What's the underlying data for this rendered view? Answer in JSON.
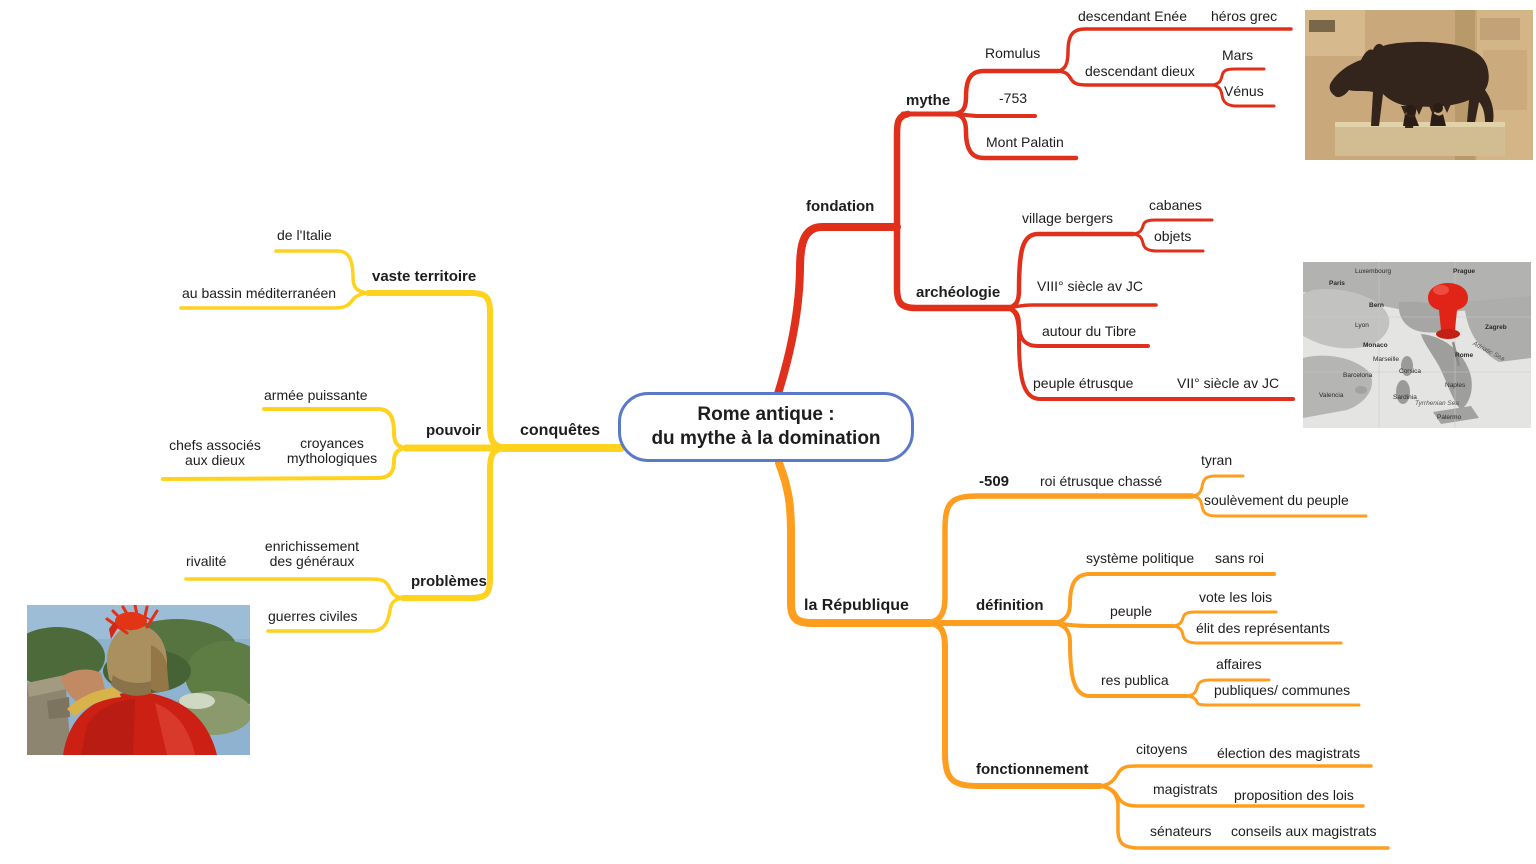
{
  "colors": {
    "branch_red": "#e0301c",
    "branch_yellow": "#ffd21e",
    "branch_orange": "#ff9d1e",
    "center_border": "#5b79c9",
    "text": "#1d1d1d"
  },
  "center": {
    "title": "Rome antique :\ndu mythe à la domination"
  },
  "branches": {
    "fondation": {
      "label": "fondation",
      "children": {
        "mythe": {
          "label": "mythe",
          "children": {
            "romulus": {
              "label": "Romulus",
              "children": {
                "descendant_enee": {
                  "label": "descendant Enée",
                  "children": {
                    "heros_grec": {
                      "label": "héros grec"
                    }
                  }
                },
                "descendant_dieux": {
                  "label": "descendant dieux",
                  "children": {
                    "mars": {
                      "label": "Mars"
                    },
                    "venus": {
                      "label": "Vénus"
                    }
                  }
                }
              }
            },
            "date_fondation": {
              "label": "-753"
            },
            "mont_palatin": {
              "label": "Mont Palatin"
            }
          }
        },
        "archeologie": {
          "label": "archéologie",
          "children": {
            "village_bergers": {
              "label": "village bergers",
              "children": {
                "cabanes": {
                  "label": "cabanes"
                },
                "objets": {
                  "label": "objets"
                }
              }
            },
            "viii_siecle": {
              "label": "VIII° siècle av JC"
            },
            "autour_tibre": {
              "label": "autour du Tibre"
            },
            "peuple_etrusque": {
              "label": "peuple étrusque",
              "children": {
                "vii_siecle": {
                  "label": "VII° siècle av JC"
                }
              }
            }
          }
        }
      }
    },
    "conquetes": {
      "label": "conquêtes",
      "children": {
        "vaste_territoire": {
          "label": "vaste territoire",
          "children": {
            "de_italie": {
              "label": "de l'Italie"
            },
            "bassin_mediterraneen": {
              "label": "au bassin méditerranéen"
            }
          }
        },
        "pouvoir": {
          "label": "pouvoir",
          "children": {
            "armee_puissante": {
              "label": "armée puissante"
            },
            "croyances": {
              "label": "croyances\nmythologiques",
              "children": {
                "chefs": {
                  "label": "chefs associés\naux dieux"
                }
              }
            }
          }
        },
        "problemes": {
          "label": "problèmes",
          "children": {
            "enrichissement": {
              "label": "enrichissement\ndes généraux",
              "children": {
                "rivalite": {
                  "label": "rivalité"
                }
              }
            },
            "guerres_civiles": {
              "label": "guerres civiles"
            }
          }
        }
      }
    },
    "republique": {
      "label": "la République",
      "children": {
        "date_509": {
          "label": "-509",
          "children": {
            "roi_chasse": {
              "label": "roi étrusque chassé",
              "children": {
                "tyran": {
                  "label": "tyran"
                },
                "soulevement": {
                  "label": "soulèvement du peuple"
                }
              }
            }
          }
        },
        "definition": {
          "label": "définition",
          "children": {
            "systeme": {
              "label": "système politique",
              "children": {
                "sans_roi": {
                  "label": "sans roi"
                }
              }
            },
            "peuple": {
              "label": "peuple",
              "children": {
                "vote": {
                  "label": "vote les lois"
                },
                "elit": {
                  "label": "élit des représentants"
                }
              }
            },
            "res_publica": {
              "label": "res publica",
              "children": {
                "affaires": {
                  "label": "affaires"
                },
                "publiques": {
                  "label": "publiques/ communes"
                }
              }
            }
          }
        },
        "fonctionnement": {
          "label": "fonctionnement",
          "children": {
            "citoyens": {
              "label": "citoyens",
              "children": {
                "election": {
                  "label": "élection des magistrats"
                }
              }
            },
            "magistrats": {
              "label": "magistrats",
              "children": {
                "proposition": {
                  "label": "proposition des lois"
                }
              }
            },
            "senateurs": {
              "label": "sénateurs",
              "children": {
                "conseils": {
                  "label": "conseils aux magistrats"
                }
              }
            }
          }
        }
      }
    }
  },
  "images": {
    "wolf": {
      "alt": "Statue de la louve capitoline allaitant Romulus et Rémus"
    },
    "map": {
      "alt": "Carte d'Europe avec une punaise rouge plantée sur Rome",
      "labels": [
        "Paris",
        "Luxembourg",
        "Prague",
        "Bern",
        "Lyon",
        "Monaco",
        "Marseille",
        "Barcelona",
        "Valencia",
        "Corsica",
        "Sardinia",
        "Naples",
        "Rome",
        "Palermo",
        "Zagreb",
        "Adriatic Sea",
        "Tyrrhenian Sea"
      ]
    },
    "soldier": {
      "alt": "Légionnaire romain de dos, casque à panache rouge et cape rouge"
    }
  }
}
